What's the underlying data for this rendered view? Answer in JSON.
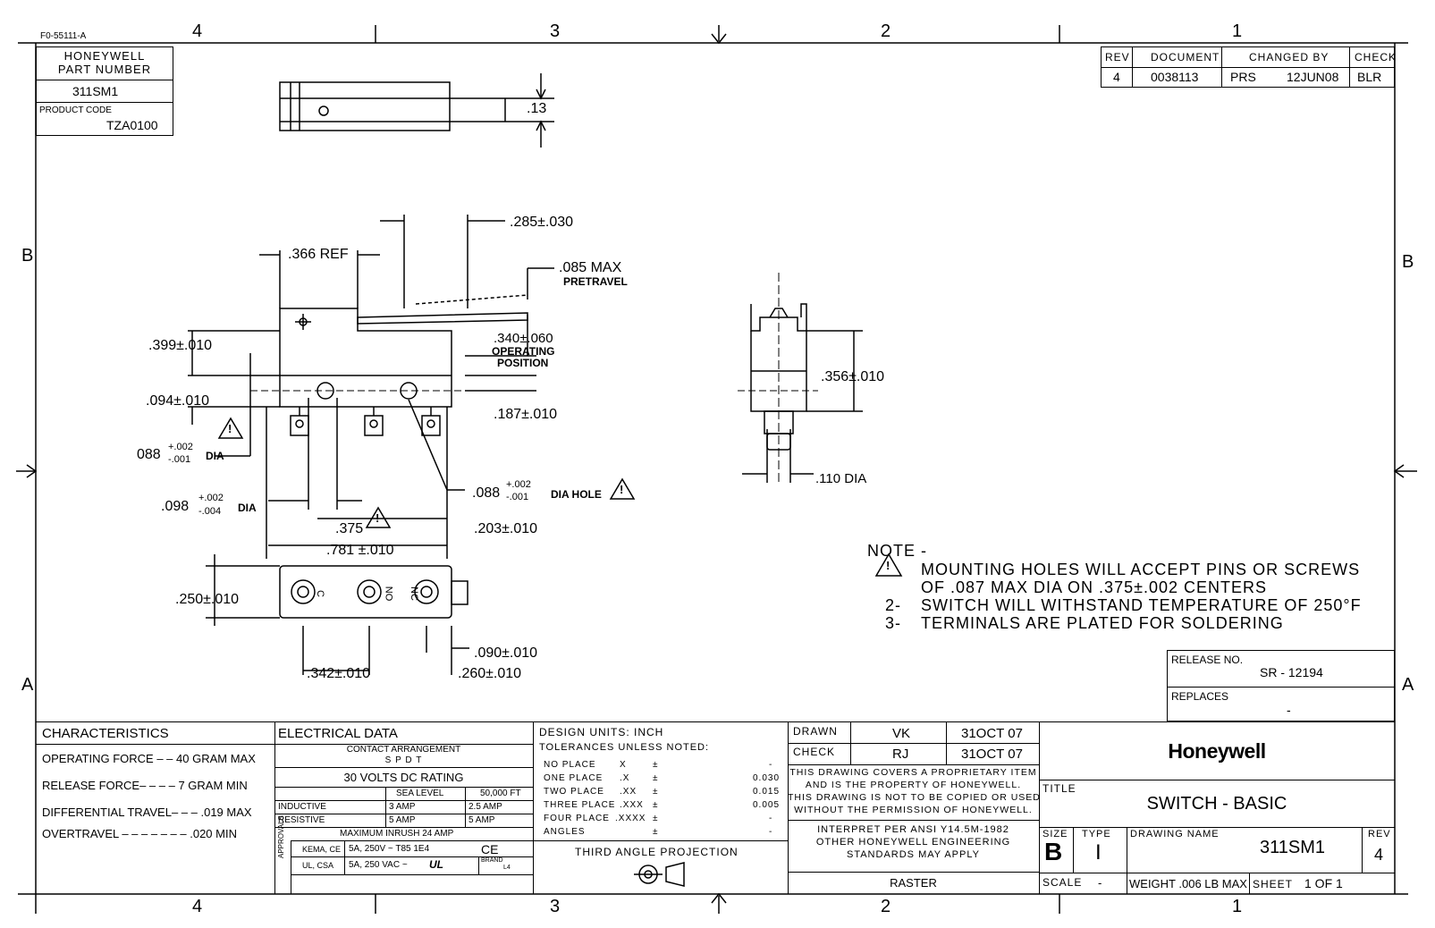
{
  "form_id": "F0-55111-A",
  "zones": {
    "top": [
      "4",
      "3",
      "2",
      "1"
    ],
    "bottom": [
      "4",
      "3",
      "2",
      "1"
    ],
    "left": [
      "B",
      "A"
    ],
    "right": [
      "B",
      "A"
    ]
  },
  "part_block": {
    "label_line1": "HONEYWELL",
    "label_line2": "PART NUMBER",
    "part_number": "311SM1",
    "product_code_label": "PRODUCT CODE",
    "product_code": "TZA0100"
  },
  "revision_block": {
    "headers": [
      "REV",
      "DOCUMENT",
      "CHANGED BY",
      "CHECK"
    ],
    "rev": "4",
    "document": "0038113",
    "changed_by": "PRS",
    "date": "12JUN08",
    "check": "BLR"
  },
  "dimensions": {
    "d_13": ".13",
    "d_285": ".285±.030",
    "d_366": ".366 REF",
    "d_085": ".085 MAX",
    "pretravel": "PRETRAVEL",
    "d_340": ".340±.060",
    "operating": "OPERATING",
    "position": "POSITION",
    "d_399": ".399±.010",
    "d_094": ".094±.010",
    "d_187": ".187±.010",
    "d_088_left": "088",
    "tol_plus_002": "+.002",
    "tol_minus_001": "-.001",
    "dia": "DIA",
    "d_088_right": ".088",
    "dia_hole": "DIA HOLE",
    "d_098": ".098",
    "tol_minus_004": "-.004",
    "d_375": ".375",
    "d_203": ".203±.010",
    "d_781": ".781 ±.010",
    "d_250": ".250±.010",
    "d_090": ".090±.010",
    "d_342": ".342±.010",
    "d_260": ".260±.010",
    "d_356": ".356±.010",
    "d_110": ".110 DIA",
    "warn_symbol": "!",
    "term_c": "C",
    "term_no": "NO",
    "term_nc": "NC"
  },
  "notes": {
    "title": "NOTE -",
    "n1_line1": "MOUNTING HOLES WILL ACCEPT PINS OR SCREWS",
    "n1_line2": "OF .087 MAX DIA ON .375±.002 CENTERS",
    "n2_num": "2-",
    "n2": "SWITCH WILL WITHSTAND TEMPERATURE OF 250°F",
    "n3_num": "3-",
    "n3": "TERMINALS ARE PLATED FOR SOLDERING"
  },
  "release": {
    "release_label": "RELEASE NO.",
    "release_no": "SR - 12194",
    "replaces_label": "REPLACES",
    "replaces": "-"
  },
  "characteristics": {
    "title": "CHARACTERISTICS",
    "operating_force": "OPERATING FORCE – – 40 GRAM  MAX",
    "release_force": "RELEASE FORCE– – – – 7 GRAM  MIN",
    "differential_travel": "DIFFERENTIAL TRAVEL– – – .019 MAX",
    "overtravel": "OVERTRAVEL – – – – – – –  .020 MIN"
  },
  "electrical": {
    "title": "ELECTRICAL DATA",
    "contact_arrangement": "CONTACT ARRANGEMENT",
    "spdt": "S P D T",
    "dc_rating": "30 VOLTS DC RATING",
    "sea_level": "SEA LEVEL",
    "altitude": "50,000 FT",
    "inductive": "INDUCTIVE",
    "inductive_sea": "3 AMP",
    "inductive_alt": "2.5 AMP",
    "resistive": "RESISTIVE",
    "resistive_sea": "5 AMP",
    "resistive_alt": "5 AMP",
    "max_inrush": "MAXIMUM INRUSH    24 AMP",
    "approvals": "APPROVALS",
    "kema": "KEMA, CE",
    "kema_rating": "5A, 250V ~  T85 1E4",
    "ul": "UL, CSA",
    "ul_rating": "5A, 250 VAC ~",
    "ce_mark": "CE",
    "ul_mark": "UL",
    "brand_label": "BRAND",
    "brand_code": "L4"
  },
  "design_units": {
    "title": "DESIGN UNITS:   INCH",
    "tolerances": "TOLERANCES UNLESS NOTED:",
    "rows": [
      {
        "label": "NO PLACE",
        "fmt": "X",
        "pm": "±",
        "value": "-"
      },
      {
        "label": "ONE PLACE",
        "fmt": ".X",
        "pm": "±",
        "value": "0.030"
      },
      {
        "label": "TWO PLACE",
        "fmt": ".XX",
        "pm": "±",
        "value": "0.015"
      },
      {
        "label": "THREE PLACE",
        "fmt": ".XXX",
        "pm": "±",
        "value": "0.005"
      },
      {
        "label": "FOUR PLACE",
        "fmt": ".XXXX",
        "pm": "±",
        "value": "-"
      },
      {
        "label": "ANGLES",
        "fmt": "",
        "pm": "±",
        "value": "-"
      }
    ],
    "projection": "THIRD ANGLE PROJECTION"
  },
  "approval_block": {
    "drawn_label": "DRAWN",
    "drawn_by": "VK",
    "drawn_date": "31OCT 07",
    "check_label": "CHECK",
    "check_by": "RJ",
    "check_date": "31OCT 07",
    "proprietary_1": "THIS DRAWING COVERS A PROPRIETARY ITEM",
    "proprietary_2": "AND IS THE PROPERTY OF HONEYWELL.",
    "proprietary_3": "THIS DRAWING IS NOT TO BE COPIED OR USED",
    "proprietary_4": "WITHOUT THE PERMISSION OF HONEYWELL.",
    "interpret_1": "INTERPRET PER ANSI Y14.5M-1982",
    "interpret_2": "OTHER HONEYWELL ENGINEERING",
    "interpret_3": "STANDARDS MAY APPLY",
    "raster": "RASTER"
  },
  "title_block": {
    "company": "Honeywell",
    "title_label": "TITLE",
    "title": "SWITCH - BASIC",
    "size_label": "SIZE",
    "size": "B",
    "type_label": "TYPE",
    "type": "I",
    "drawing_name_label": "DRAWING NAME",
    "drawing_name": "311SM1",
    "rev_label": "REV",
    "rev": "4",
    "scale_label": "SCALE",
    "scale": "-",
    "weight": "WEIGHT .006 LB MAX",
    "sheet_label": "SHEET",
    "sheet": "1 OF 1"
  }
}
